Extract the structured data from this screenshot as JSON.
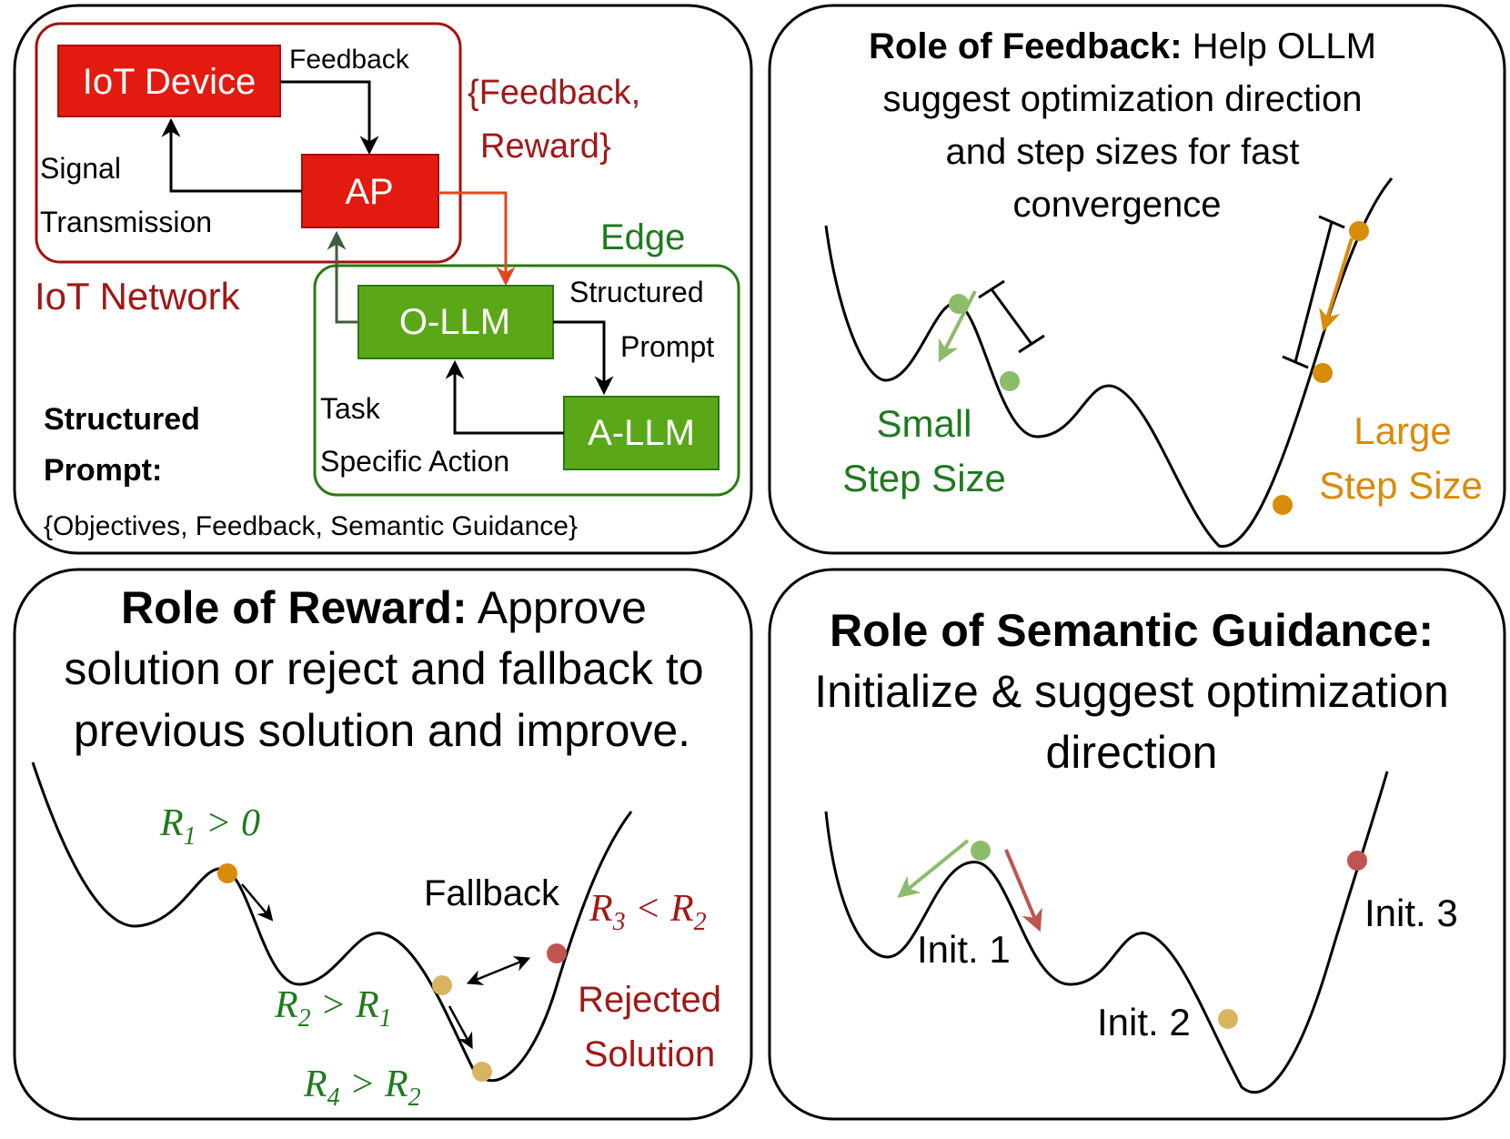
{
  "colors": {
    "red_box": "#e31a0f",
    "red_border": "#a50f0f",
    "dark_red": "#a01818",
    "green_box": "#5aa817",
    "green_border": "#2a7a12",
    "dark_green": "#1e7a1e",
    "orange": "#d98b0a",
    "light_green": "#8cbc6a",
    "tan": "#d7b55f",
    "muted_red": "#c05450",
    "arrow_orange_red": "#e0471e",
    "arrow_dark_green": "#3f5e3a"
  },
  "network": {
    "iot_device": "IoT Device",
    "ap": "AP",
    "feedback_label": "Feedback",
    "signal_label": "Signal",
    "transmission_label": "Transmission",
    "feedback_reward_line1": "{Feedback,",
    "feedback_reward_line2": "Reward}",
    "iot_network": "IoT Network",
    "edge": "Edge",
    "ollm": "O-LLM",
    "allm": "A-LLM",
    "structured_label": "Structured",
    "prompt_label": "Prompt",
    "task_label": "Task",
    "specific_action_label": "Specific Action",
    "structured_prompt_line1": "Structured",
    "structured_prompt_line2": "Prompt:",
    "prompt_contents": "{Objectives, Feedback, Semantic Guidance}"
  },
  "feedback_panel": {
    "title_bold": "Role of Feedback:",
    "title_rest": " Help OLLM",
    "line2": "suggest optimization direction",
    "line3": "and step sizes for fast",
    "line4": "convergence",
    "small_1": "Small",
    "small_2": "Step Size",
    "large_1": "Large",
    "large_2": "Step Size"
  },
  "reward_panel": {
    "title_bold": "Role of Reward:",
    "title_rest": " Approve",
    "line2": "solution or reject and fallback to",
    "line3": "previous solution and improve.",
    "r1_a": "R",
    "r1_sub": "1",
    "r1_b": " > 0",
    "r2_a": "R",
    "r2_sub": "2",
    "r2_b": " > R",
    "r2_sub2": "1",
    "r3_a": "R",
    "r3_sub": "3",
    "r3_b": " < R",
    "r3_sub2": "2",
    "r4_a": "R",
    "r4_sub": "4",
    "r4_b": " > R",
    "r4_sub2": "2",
    "fallback": "Fallback",
    "rejected_1": "Rejected",
    "rejected_2": "Solution"
  },
  "semantic_panel": {
    "title_bold": "Role of Semantic Guidance:",
    "line2": "Initialize &  suggest optimization",
    "line3": "direction",
    "init1": "Init. 1",
    "init2": "Init. 2",
    "init3": "Init. 3"
  }
}
